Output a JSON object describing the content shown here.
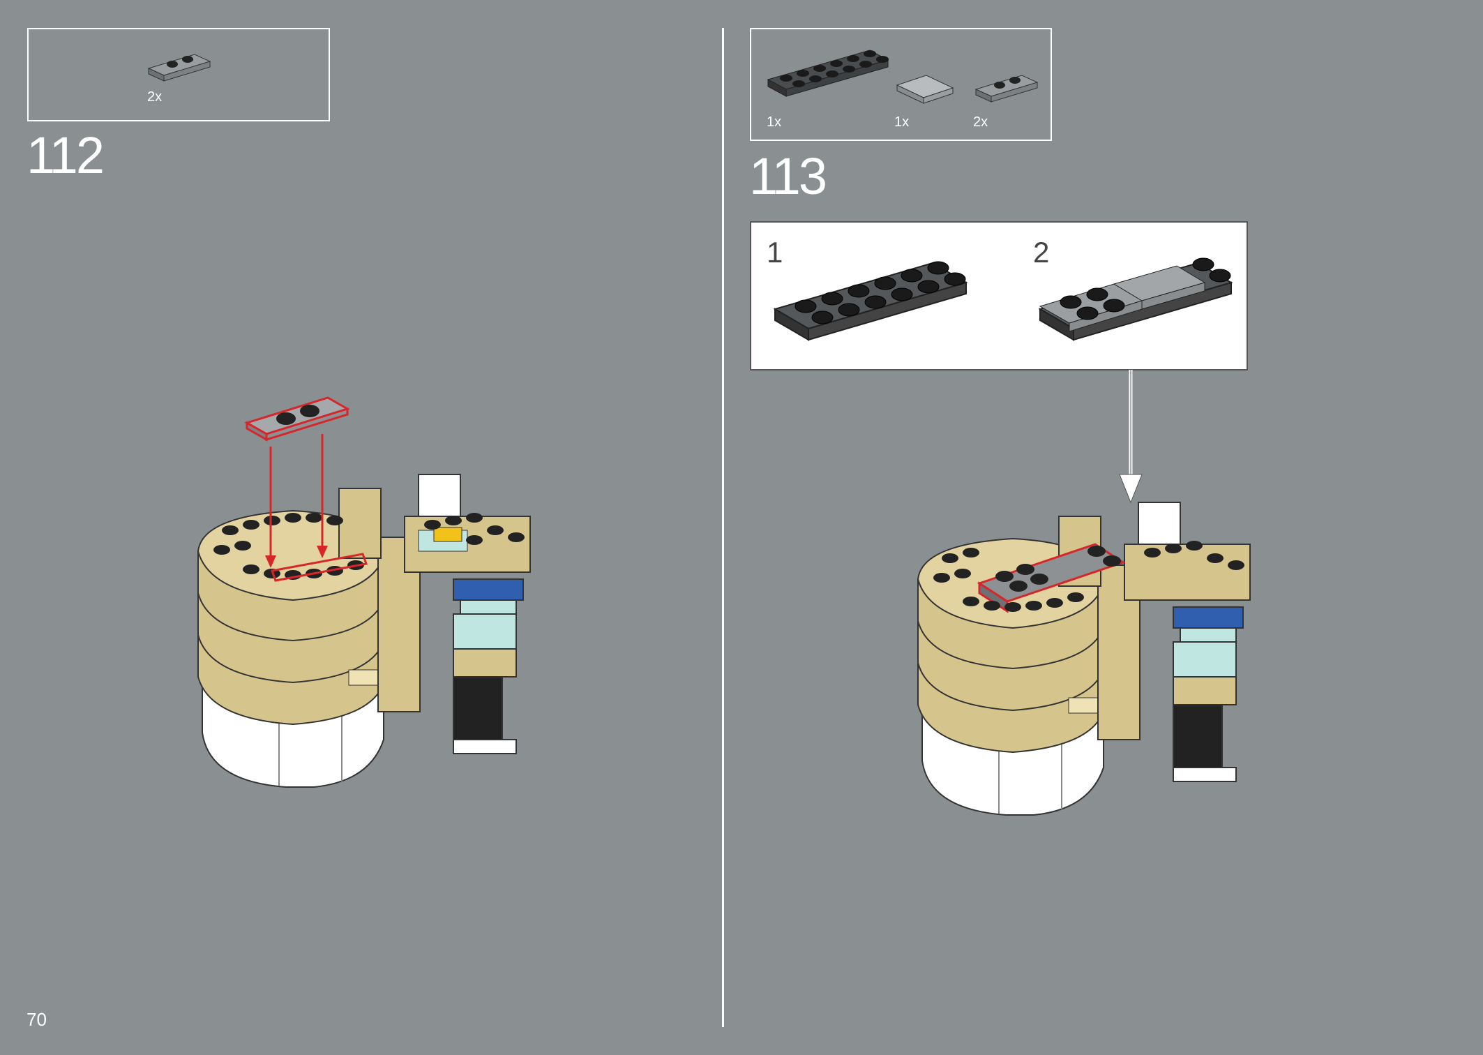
{
  "page": {
    "number": "70"
  },
  "steps": [
    {
      "number": "112",
      "parts": [
        {
          "name": "plate-1x2-dark-gray",
          "qty": "2x"
        }
      ]
    },
    {
      "number": "113",
      "parts": [
        {
          "name": "plate-2x6-black",
          "qty": "1x"
        },
        {
          "name": "tile-2x2-gray",
          "qty": "1x"
        },
        {
          "name": "plate-1x2-dark-gray",
          "qty": "2x"
        }
      ],
      "subassembly": {
        "substeps": [
          "1",
          "2"
        ]
      }
    }
  ],
  "colors": {
    "background": "#8a9091",
    "highlight": "#d6262a",
    "tan": "#d5c48c",
    "white": "#ffffff",
    "blue": "#2f5fae",
    "trans_light_blue": "#bfe6e0",
    "yellow": "#f2c21a",
    "dark_gray": "#5e6163",
    "black": "#1a1a1a"
  }
}
